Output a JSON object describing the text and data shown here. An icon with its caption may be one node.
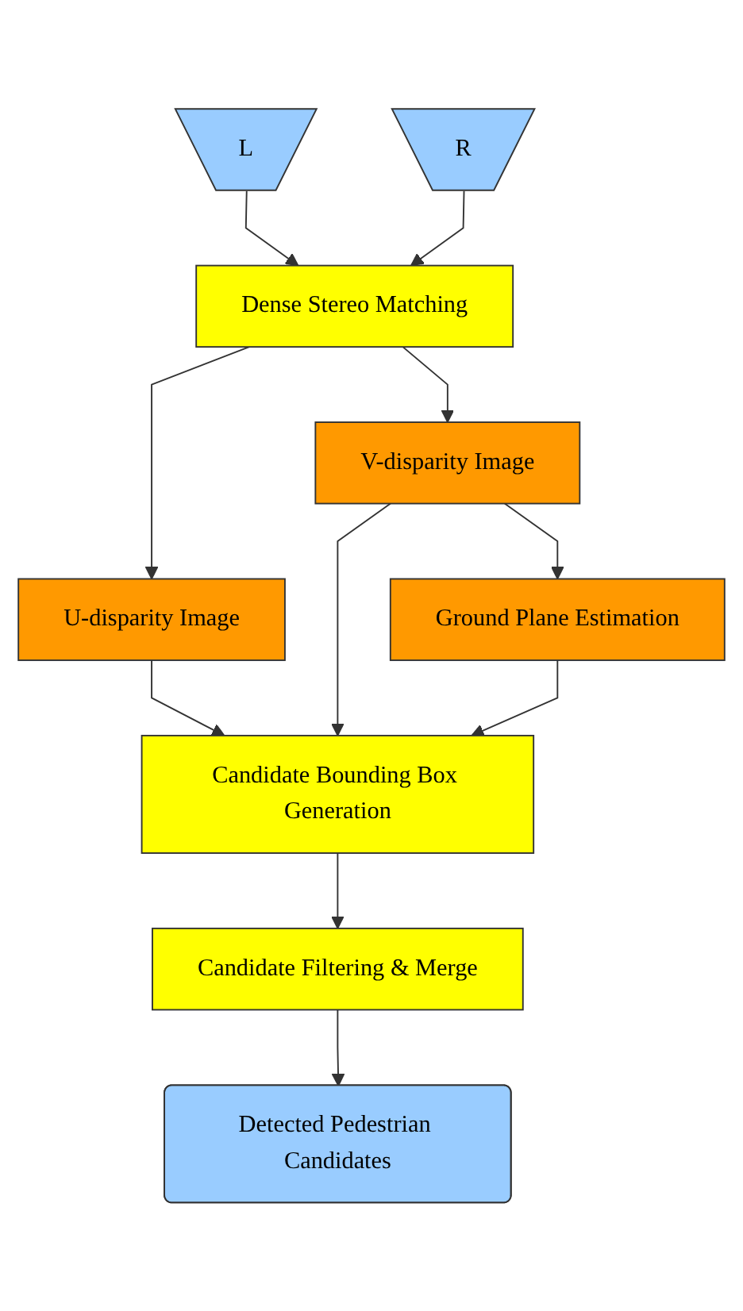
{
  "diagram": {
    "nodes": [
      {
        "text": [
          "L"
        ]
      },
      {
        "text": [
          "R"
        ]
      },
      {
        "text": [
          "Dense Stereo Matching"
        ]
      },
      {
        "text": [
          "U-disparity Image"
        ]
      },
      {
        "text": [
          "V-disparity Image"
        ]
      },
      {
        "text": [
          "Ground Plane Estimation"
        ]
      },
      {
        "text": [
          "Candidate Bounding Box Generation"
        ]
      },
      {
        "text": [
          "Candidate Filtering & Merge"
        ]
      },
      {
        "text": [
          "Detected Pedestrian Candidates"
        ]
      }
    ],
    "edges": [
      {
        "from": 0,
        "to": 2,
        "arrow": "to"
      },
      {
        "from": 1,
        "to": 2,
        "arrow": "to"
      },
      {
        "from": 2,
        "to": 3,
        "arrow": "to"
      },
      {
        "from": 2,
        "to": 4,
        "arrow": "to"
      },
      {
        "from": 4,
        "to": 5,
        "arrow": "to"
      },
      {
        "from": 3,
        "to": 6,
        "arrow": "to"
      },
      {
        "from": 4,
        "to": 6,
        "arrow": "to"
      },
      {
        "from": 5,
        "to": 6,
        "arrow": "to"
      },
      {
        "from": 6,
        "to": 7,
        "arrow": "to"
      },
      {
        "from": 7,
        "to": 8,
        "arrow": "to"
      }
    ]
  }
}
